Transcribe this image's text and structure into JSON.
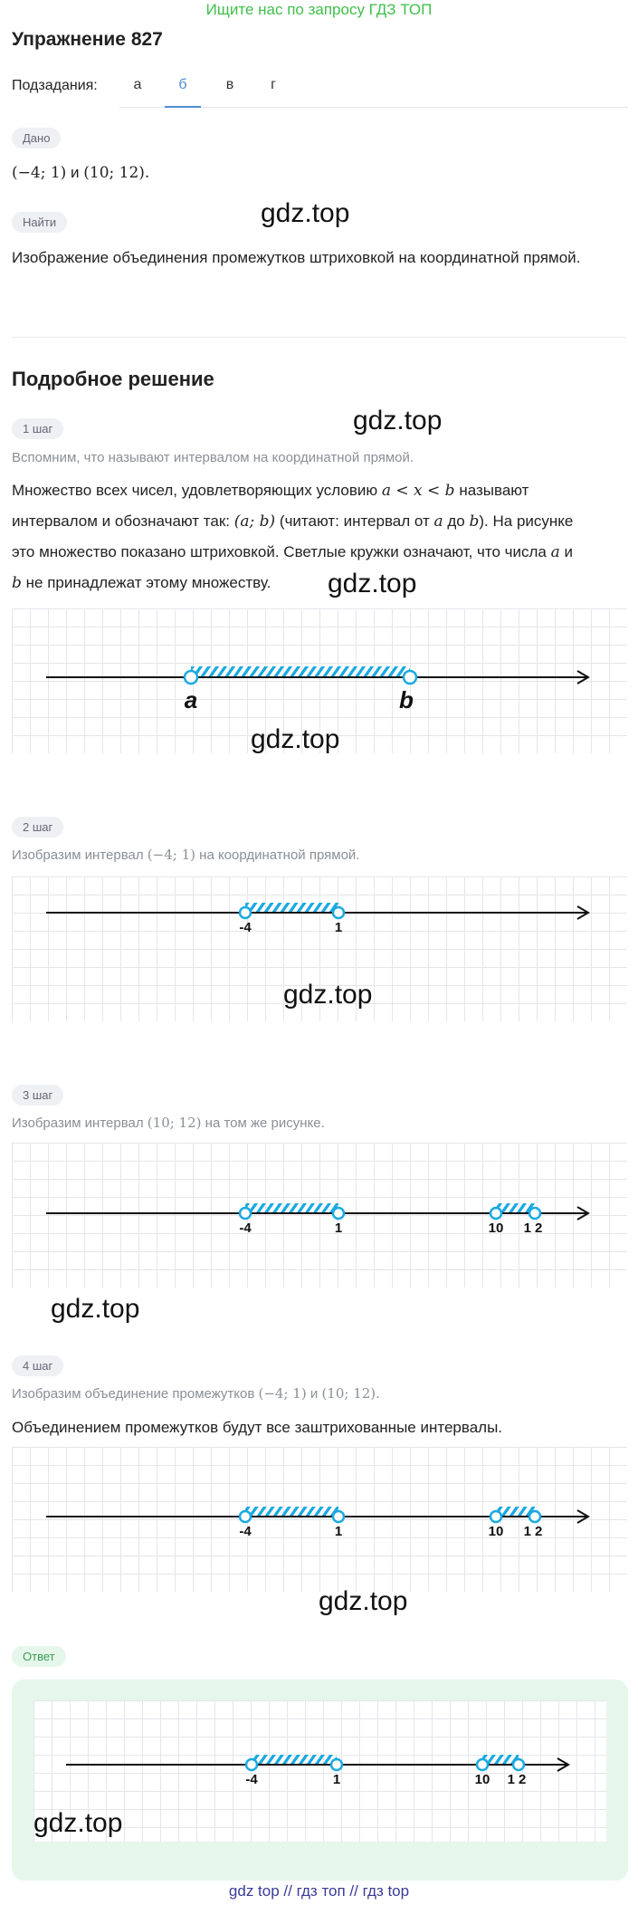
{
  "promo": "Ищите нас по запросу ГДЗ ТОП",
  "title": "Упражнение 827",
  "subtasks": {
    "label": "Подзадания:",
    "tabs": [
      "а",
      "б",
      "в",
      "г"
    ],
    "active": "б"
  },
  "given": {
    "label": "Дано",
    "text_math_1": "(−4;  1)",
    "text_and": "и",
    "text_math_2": "(10;  12)."
  },
  "find": {
    "label": "Найти",
    "text": "Изображение объединения промежутков штриховкой на координатной прямой."
  },
  "solution_title": "Подробное решение",
  "watermark": "gdz.top",
  "steps": [
    {
      "label": "1 шаг",
      "hint": "Вспомним, что называют интервалом на координатной прямой.",
      "p1": "Множество всех чисел, удовлетворяющих условию",
      "p1_math": "a < x < b",
      "p1_end": "называют",
      "p2": "интервалом и обозначают так:",
      "p2_math": "(a;  b)",
      "p2_mid": "(читают: интервал от",
      "p2_a": "a",
      "p2_do": "до",
      "p2_b": "b",
      "p2_end": "). На рисунке",
      "p3_start": "это множество показано штриховкой. Светлые кружки означают, что числа",
      "p3_a": "a",
      "p3_and": "и",
      "p4_b": "b",
      "p4": "не принадлежат этому множеству.",
      "figure_labels": [
        "a",
        "b"
      ]
    },
    {
      "label": "2 шаг",
      "hint_start": "Изобразим интервал",
      "hint_math": "(−4;  1)",
      "hint_end": "на координатной прямой.",
      "figure_labels": [
        "-4",
        "1"
      ]
    },
    {
      "label": "3 шаг",
      "hint_start": "Изобразим интервал",
      "hint_math": "(10;  12)",
      "hint_end": "на том же рисунке.",
      "figure_labels": [
        "-4",
        "1",
        "10",
        "12"
      ]
    },
    {
      "label": "4 шаг",
      "hint_start": "Изобразим объединение промежутков",
      "hint_math_1": "(−4;  1)",
      "hint_and": "и",
      "hint_math_2": "(10;  12).",
      "text": "Объединением промежутков будут все заштрихованные интервалы.",
      "figure_labels": [
        "-4",
        "1",
        "10",
        "12"
      ]
    }
  ],
  "answer": {
    "label": "Ответ",
    "figure_labels": [
      "-4",
      "1",
      "10",
      "12"
    ]
  },
  "footer": "gdz top  //  гдз топ  //  гдз top",
  "colors": {
    "accent": "#4b8ed6",
    "promo_green": "#3fbf4a",
    "hatch_cyan": "#1ba9e1",
    "answer_bg": "#e5f7ea",
    "answer_text": "#3c9a55",
    "footer_text": "#3b3b9a"
  }
}
